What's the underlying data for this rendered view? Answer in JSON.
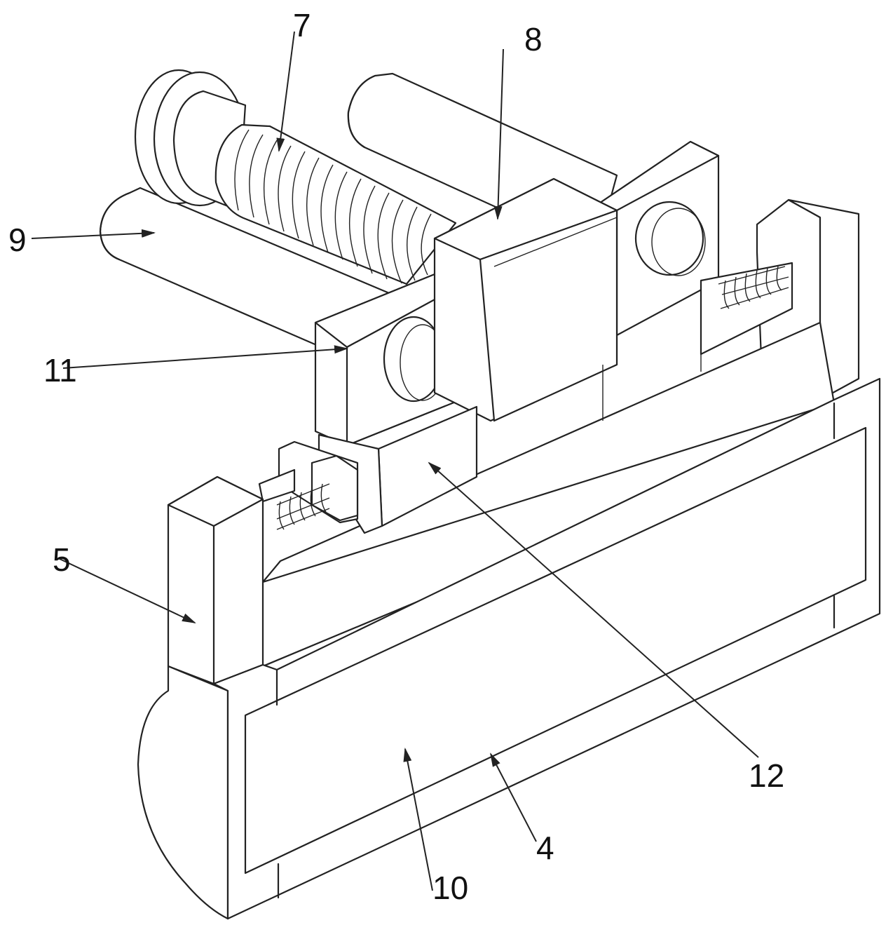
{
  "figure": {
    "type": "patent isometric line drawing",
    "subject": "clamping device with screw rod, guide rods, sliding blocks and base plate",
    "background_color": "#ffffff",
    "line_color": "#222222"
  },
  "labels": [
    {
      "id": "7",
      "text": "7",
      "part": "screw rod (threaded)"
    },
    {
      "id": "8",
      "text": "8",
      "part": "moving block"
    },
    {
      "id": "9",
      "text": "9",
      "part": "guide rod"
    },
    {
      "id": "11",
      "text": "11",
      "part": "support block"
    },
    {
      "id": "5",
      "text": "5",
      "part": "side plate"
    },
    {
      "id": "12",
      "text": "12",
      "part": "clamp block"
    },
    {
      "id": "4",
      "text": "4",
      "part": "base"
    },
    {
      "id": "10",
      "text": "10",
      "part": "front panel"
    }
  ]
}
